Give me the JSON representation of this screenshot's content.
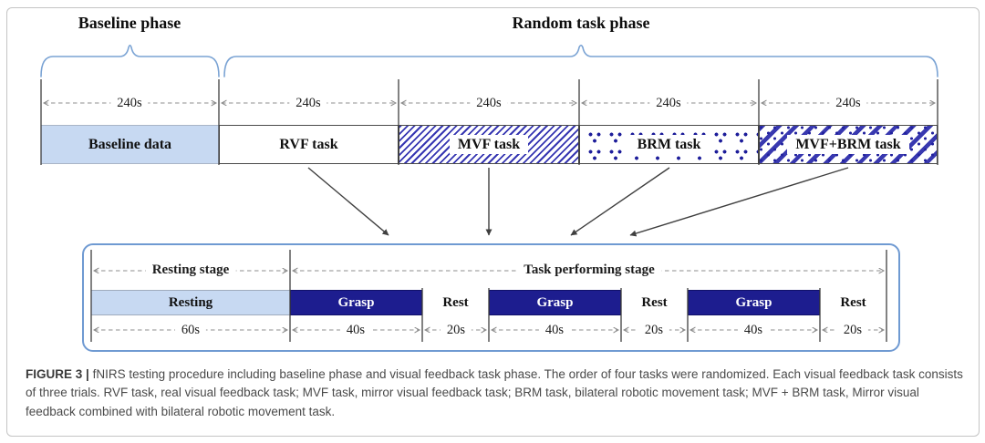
{
  "phases": {
    "baseline": "Baseline phase",
    "random": "Random task phase"
  },
  "top_segments": [
    {
      "duration": "240s",
      "label": "Baseline data"
    },
    {
      "duration": "240s",
      "label": "RVF task"
    },
    {
      "duration": "240s",
      "label": "MVF task"
    },
    {
      "duration": "240s",
      "label": "BRM task"
    },
    {
      "duration": "240s",
      "label": "MVF+BRM task"
    }
  ],
  "detail": {
    "stage_labels": {
      "resting": "Resting stage",
      "task": "Task performing stage"
    },
    "blocks": [
      {
        "label": "Resting",
        "duration": "60s"
      },
      {
        "label": "Grasp",
        "duration": "40s"
      },
      {
        "label": "Rest",
        "duration": "20s"
      },
      {
        "label": "Grasp",
        "duration": "40s"
      },
      {
        "label": "Rest",
        "duration": "20s"
      },
      {
        "label": "Grasp",
        "duration": "40s"
      },
      {
        "label": "Rest",
        "duration": "20s"
      }
    ]
  },
  "caption": {
    "tag": "FIGURE 3 |",
    "body": "fNIRS testing procedure including baseline phase and visual feedback task phase. The order of four tasks were randomized. Each visual feedback task consists of three trials. RVF task, real visual feedback task; MVF task, mirror visual feedback task; BRM task, bilateral robotic movement task; MVF + BRM task, Mirror visual feedback combined with bilateral robotic movement task."
  },
  "colors": {
    "light_blue_fill": "#c7d9f2",
    "navy_fill": "#1d1d8f",
    "pattern_blue": "#3636b2",
    "brace_blue": "#7aa3d4",
    "detail_box_border": "#6f9ad2",
    "tick_gray": "#3f3f3f",
    "dash_gray": "#8c8c8c",
    "caption_gray": "#4a4a4a"
  }
}
